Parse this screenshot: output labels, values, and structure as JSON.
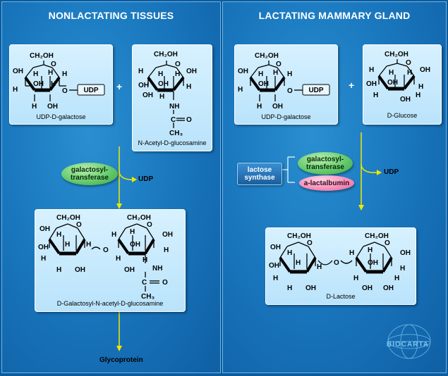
{
  "panels": {
    "left_title": "NONLACTATING TISSUES",
    "right_title": "LACTATING MAMMARY GLAND"
  },
  "atoms": {
    "ch2oh": "CH₂OH",
    "oh": "OH",
    "h": "H",
    "o": "O",
    "nh": "NH",
    "c": "C",
    "ch3": "CH₃"
  },
  "left": {
    "udp_gal_label": "UDP-D-galactose",
    "udp_tag": "UDP",
    "plus": "+",
    "glcnac_label": "N-Acetyl-D-glucosamine",
    "enzyme": "galactosyl-\ntransferase",
    "udp_out": "UDP",
    "product_label": "D-Galactosyl-N-acetyl-D-glucosamine",
    "final": "Glycoprotein"
  },
  "right": {
    "udp_gal_label": "UDP-D-galactose",
    "udp_tag": "UDP",
    "plus": "+",
    "glucose_label": "D-Glucose",
    "complex": "lactose\nsynthase",
    "enzyme1": "galactosyl-\ntransferase",
    "enzyme2": "a-lactalbumin",
    "udp_out": "UDP",
    "product_label": "D-Lactose"
  },
  "logo": {
    "text": "BIOCARTA"
  },
  "colors": {
    "background": "#0d5a9c",
    "panel": "#1a78bf",
    "box": "#c8ebfd",
    "arrow": "#f0e800",
    "enzyme_green": "#5fc768",
    "enzyme_pink": "#f58bb8"
  },
  "icons": {
    "arrow": "yellow-down-arrow",
    "logo": "globe-logo"
  }
}
